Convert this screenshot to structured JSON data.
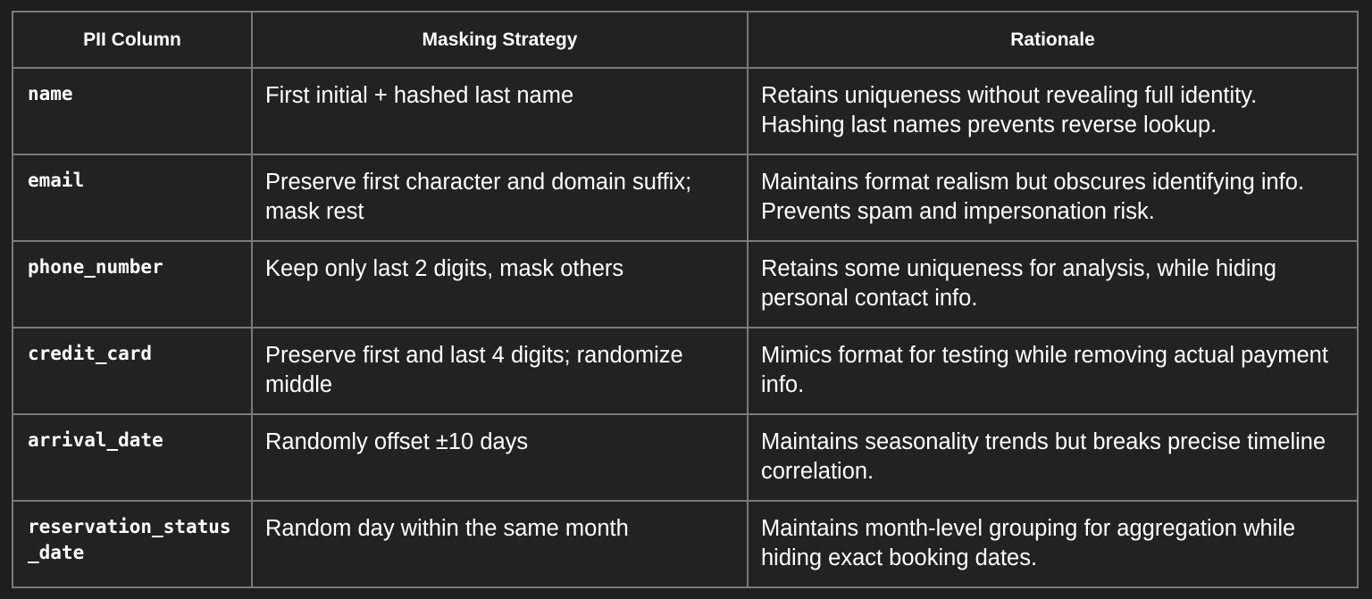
{
  "table": {
    "headers": [
      "PII Column",
      "Masking Strategy",
      "Rationale"
    ],
    "rows": [
      {
        "column": "name",
        "strategy": "First initial + hashed last name",
        "rationale": "Retains uniqueness without revealing full identity. Hashing last names prevents reverse lookup."
      },
      {
        "column": "email",
        "strategy": "Preserve first character and domain suffix; mask rest",
        "rationale": "Maintains format realism but obscures identifying info. Prevents spam and impersonation risk."
      },
      {
        "column": "phone_number",
        "strategy": "Keep only last 2 digits, mask others",
        "rationale": "Retains some uniqueness for analysis, while hiding personal contact info."
      },
      {
        "column": "credit_card",
        "strategy": "Preserve first and last 4 digits; randomize middle",
        "rationale": "Mimics format for testing while removing actual payment info."
      },
      {
        "column": "arrival_date",
        "strategy": "Randomly offset ±10 days",
        "rationale": "Maintains seasonality trends but breaks precise timeline correlation."
      },
      {
        "column": "reservation_status_date",
        "strategy": "Random day within the same month",
        "rationale": "Maintains month-level grouping for aggregation while hiding exact booking dates."
      }
    ]
  }
}
